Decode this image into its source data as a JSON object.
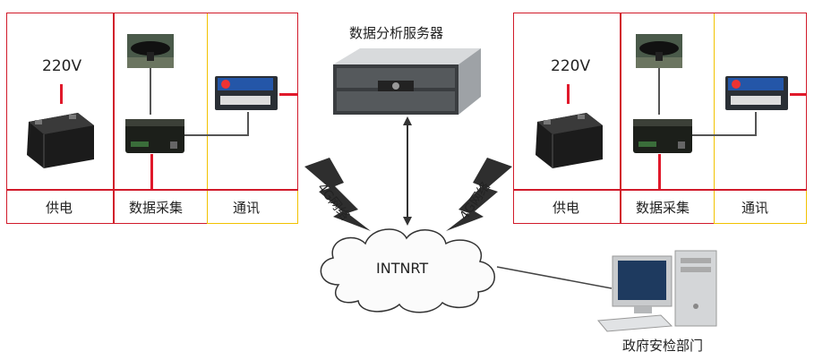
{
  "server": {
    "title": "数据分析服务器"
  },
  "internet": {
    "label": "INTNRT"
  },
  "network_left": {
    "label": "4G网络"
  },
  "network_right": {
    "label": "4G网络"
  },
  "government": {
    "label": "政府安检部门"
  },
  "station_left": {
    "voltage": "220V",
    "power_label": "供电",
    "collect_label": "数据采集",
    "comm_label": "通讯"
  },
  "station_right": {
    "voltage": "220V",
    "power_label": "供电",
    "collect_label": "数据采集",
    "comm_label": "通讯"
  },
  "colors": {
    "frame_red": "#d11a2a",
    "frame_yellow": "#f2c200",
    "wire_red": "#e0192b"
  }
}
